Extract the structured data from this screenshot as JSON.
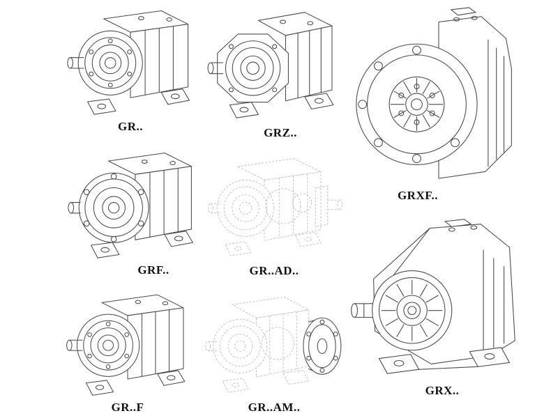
{
  "colors": {
    "line": "#4a4a4a",
    "phantom": "#c0c0c0",
    "label": "#111111",
    "background": "#ffffff"
  },
  "items": [
    {
      "id": "gr",
      "label": "GR.."
    },
    {
      "id": "grz",
      "label": "GRZ.."
    },
    {
      "id": "grxf",
      "label": "GRXF.."
    },
    {
      "id": "grf",
      "label": "GRF.."
    },
    {
      "id": "grad",
      "label": "GR..AD.."
    },
    {
      "id": "grx",
      "label": "GRX.."
    },
    {
      "id": "grff",
      "label": "GR..F"
    },
    {
      "id": "gram",
      "label": "GR..AM.."
    }
  ]
}
